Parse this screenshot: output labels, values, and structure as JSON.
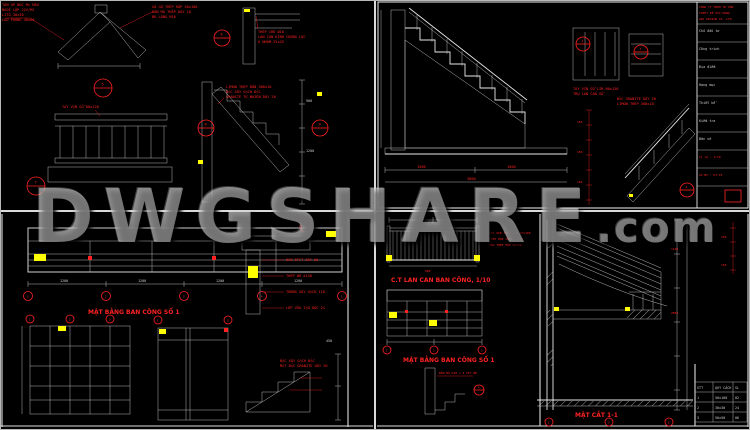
{
  "colors": {
    "background": "#000000",
    "line": "#e8e8e8",
    "annotation_red": "#ff2222",
    "highlight_yellow": "#ffff00",
    "watermark_gray": "#c8c8c8"
  },
  "watermark": {
    "main": "DWGSHARE",
    "suffix": ".com"
  },
  "tl": {
    "notes_ridge": [
      "TÔN ÚP NÓC MẠ MÀU",
      "NGÓI LỢP 22V/M2",
      "LITÔ 30x30",
      "CẦU PHONG 40x60"
    ],
    "notes_top": [
      "XÀ GỒ THÉP HỘP 50x100",
      "BẢN MÃ THÉP DÀY 10",
      "BU LÔNG M16"
    ],
    "notes_strip": [
      "THÉP CHỜ Ø10",
      "LAN CAN KÍNH CƯỜNG LỰC",
      "U NHÔM 25x25"
    ],
    "note_rail": "TAY VỊN GỖ 80x120",
    "notes_stair": [
      "LIMON THÉP BẢN 300x10",
      "BẬC XÂY GẠCH ĐẶC",
      "GRANITE TỰ NHIÊN DÀY 20"
    ],
    "callouts": [
      "5",
      "6",
      "7",
      "8",
      "9"
    ],
    "dims": [
      "900",
      "1200",
      "150"
    ]
  },
  "tr": {
    "notes": [
      "TAY VỊN GỖ LIM 80x120",
      "TRỤ LAN CAN GỖ",
      "BẬC GRANITE DÀY 20",
      "LIMON THÉP 300x10"
    ],
    "dims": [
      "1500",
      "1500",
      "3000",
      "150"
    ],
    "red_dim": "150",
    "callouts": [
      "2",
      "3",
      "4"
    ],
    "title_block": {
      "company": [
        "CÔNG TY TNHH TƯ VẤN",
        "THIẾT KẾ XÂY DỰNG",
        "ARC DESIGN CO.,LTD"
      ],
      "rows": [
        "Chủ đầu tư",
        "Công trình",
        "Địa điểm",
        "Hạng mục",
        "Thiết kế",
        "Kiểm tra",
        "Bản vẽ",
        "Tỷ lệ : 1/10",
        "Số BV : KT-15"
      ]
    }
  },
  "bl": {
    "title_plan": "MẶT BẰNG BAN CÔNG SỐ 1",
    "notes": [
      "ĐAN BTCT DÀY 80",
      "THÉP Ø8 a150",
      "TƯỜNG XÂY GẠCH 110",
      "LỚP VỮA TẠO DỐC 2%"
    ],
    "stair_notes": [
      "BẬC XÂY GẠCH ĐẶC",
      "MẶT BẬC GRANITE DÀY 20"
    ],
    "callout": "4",
    "grid_top": [
      "1",
      "2",
      "3",
      "4",
      "5"
    ],
    "grid_small": [
      "1",
      "2",
      "3"
    ],
    "dims": [
      "1200",
      "1200",
      "1200",
      "1200",
      "450"
    ]
  },
  "br": {
    "title_elev": "C.T LAN CAN BAN CÔNG, 1/10",
    "title_plan": "MẶT BẰNG BAN CÔNG SỐ 1",
    "title_section": "MẶT CẮT 1-1",
    "notes": [
      "TAY VỊN THÉP HỘP 50x100",
      "THÉP HỘP 30x30 @100",
      "TRỤ THÉP HỘP 50x50",
      "BẢN MÃ D10 + 4 VÍT NỞ"
    ],
    "red_dim": "150",
    "bubbles": [
      "1",
      "2",
      "3",
      "4",
      "5"
    ],
    "dims": [
      "900",
      "1100",
      "2850"
    ],
    "table": {
      "headers": [
        "STT",
        "QUY CÁCH",
        "SL"
      ],
      "rows": [
        [
          "1",
          "50x100",
          "02"
        ],
        [
          "2",
          "30x30",
          "24"
        ],
        [
          "3",
          "50x50",
          "06"
        ]
      ]
    }
  }
}
